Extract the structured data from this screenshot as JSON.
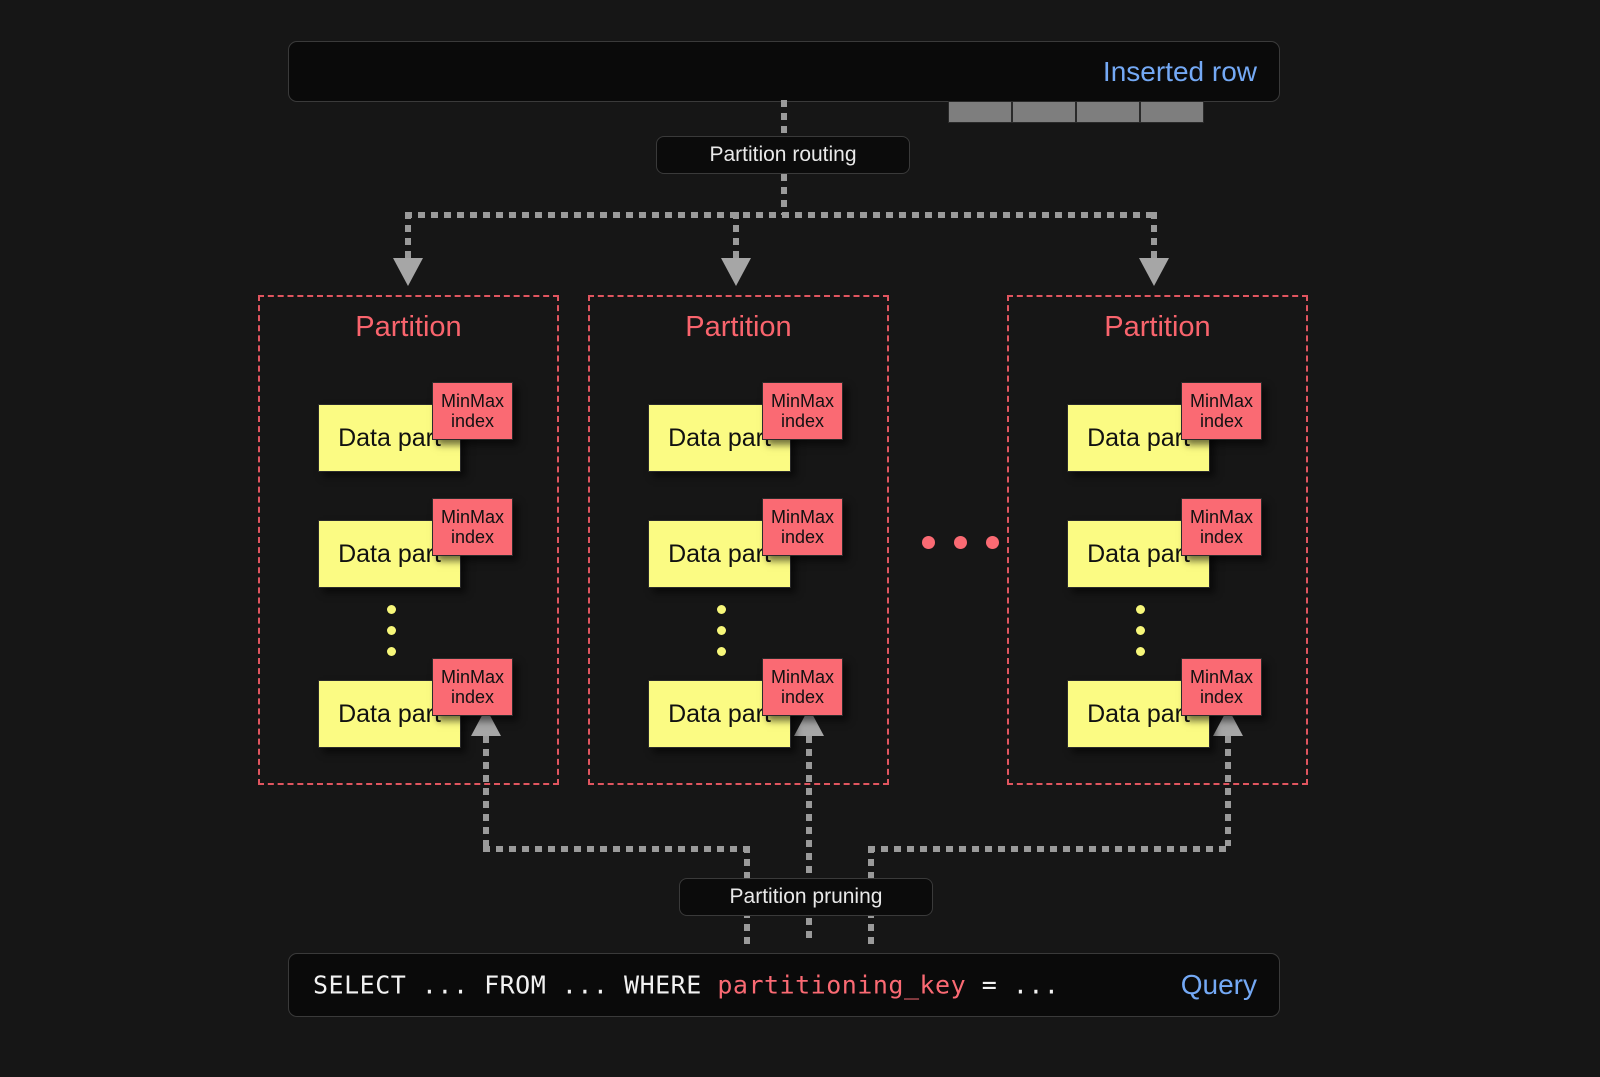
{
  "page": {
    "background": "#161616",
    "accent_red": "#fa6a73",
    "accent_yellow": "#fbfb83",
    "accent_blue": "#74a9f5",
    "connector_gray": "#9a9a9a"
  },
  "inserted_row": {
    "label": "Inserted row",
    "cell_count": 4,
    "cell_color": "#7e7e7e"
  },
  "partition_routing": {
    "label": "Partition routing"
  },
  "partition_pruning": {
    "label": "Partition pruning"
  },
  "partitions": [
    {
      "title": "Partition",
      "parts": [
        {
          "data_part_label": "Data part",
          "index_label_line1": "MinMax",
          "index_label_line2": "index"
        },
        {
          "data_part_label": "Data part",
          "index_label_line1": "MinMax",
          "index_label_line2": "index"
        },
        {
          "data_part_label": "Data part",
          "index_label_line1": "MinMax",
          "index_label_line2": "index"
        }
      ],
      "vertical_ellipsis_dots": 3
    },
    {
      "title": "Partition",
      "parts": [
        {
          "data_part_label": "Data part",
          "index_label_line1": "MinMax",
          "index_label_line2": "index"
        },
        {
          "data_part_label": "Data part",
          "index_label_line1": "MinMax",
          "index_label_line2": "index"
        },
        {
          "data_part_label": "Data part",
          "index_label_line1": "MinMax",
          "index_label_line2": "index"
        }
      ],
      "vertical_ellipsis_dots": 3
    },
    {
      "title": "Partition",
      "parts": [
        {
          "data_part_label": "Data part",
          "index_label_line1": "MinMax",
          "index_label_line2": "index"
        },
        {
          "data_part_label": "Data part",
          "index_label_line1": "MinMax",
          "index_label_line2": "index"
        },
        {
          "data_part_label": "Data part",
          "index_label_line1": "MinMax",
          "index_label_line2": "index"
        }
      ],
      "vertical_ellipsis_dots": 3
    }
  ],
  "between_partitions_ellipsis_dots": 3,
  "query": {
    "label": "Query",
    "text_before": "SELECT ... FROM ... WHERE ",
    "keyword": "partitioning_key",
    "text_after": " = ..."
  }
}
